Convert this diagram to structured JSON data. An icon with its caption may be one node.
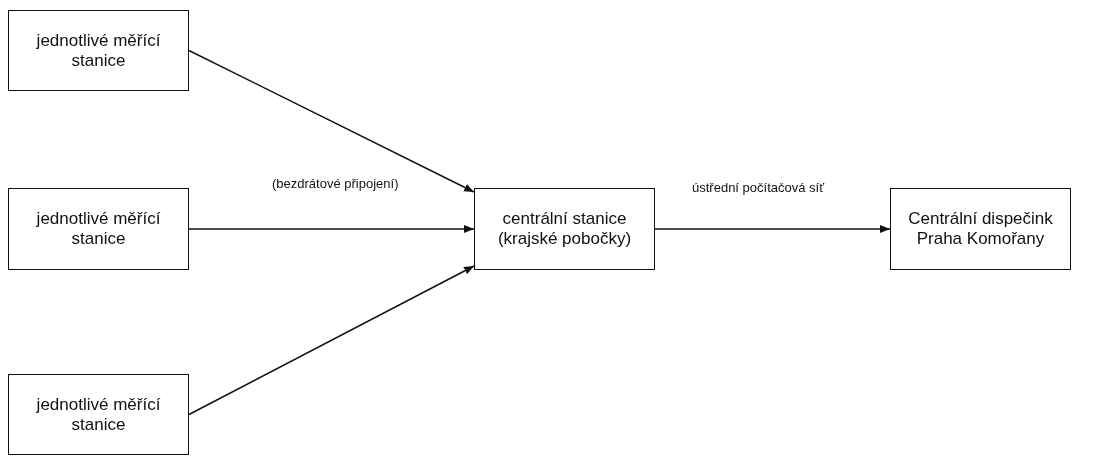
{
  "diagram": {
    "nodes": [
      {
        "text": [
          "jednotlivé měřící stanice"
        ]
      },
      {
        "text": [
          "jednotlivé měřící stanice"
        ]
      },
      {
        "text": [
          "jednotlivé měřící stanice"
        ]
      },
      {
        "text": [
          "centrální stanice (krajské pobočky)"
        ]
      },
      {
        "text": [
          "Centrální dispečink Praha Komořany"
        ]
      }
    ],
    "edges": [
      {
        "from": 0,
        "to": 3,
        "arrow": "to"
      },
      {
        "from": 1,
        "to": 3,
        "arrow": "to",
        "label": "(bezdrátové připojení)"
      },
      {
        "from": 2,
        "to": 3,
        "arrow": "to"
      },
      {
        "from": 3,
        "to": 4,
        "arrow": "to",
        "label": "ústřední počítačová síť"
      }
    ]
  }
}
